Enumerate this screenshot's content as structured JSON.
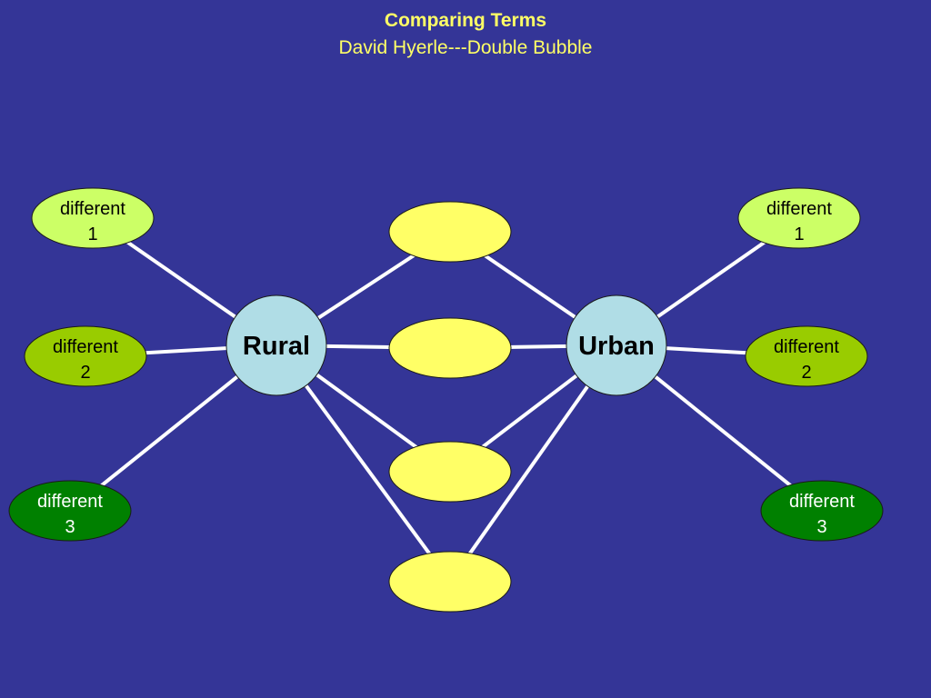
{
  "title": "Comparing Terms",
  "subtitle": "David Hyerle---Double Bubble",
  "colors": {
    "background": "#343597",
    "title": "#ffff66",
    "line": "#ffffff",
    "center": "#b0dde6",
    "shared": "#ffff66",
    "different_1": "#ccff66",
    "different_2": "#99cc00",
    "different_3": "#008000"
  },
  "left_term": {
    "label": "Rural"
  },
  "right_term": {
    "label": "Urban"
  },
  "left_differences": [
    {
      "line1": "different",
      "line2": "1",
      "level": 1
    },
    {
      "line1": "different",
      "line2": "2",
      "level": 2
    },
    {
      "line1": "different",
      "line2": "3",
      "level": 3
    }
  ],
  "right_differences": [
    {
      "line1": "different",
      "line2": "1",
      "level": 1
    },
    {
      "line1": "different",
      "line2": "2",
      "level": 2
    },
    {
      "line1": "different",
      "line2": "3",
      "level": 3
    }
  ],
  "shared": [
    {
      "label": ""
    },
    {
      "label": ""
    },
    {
      "label": ""
    },
    {
      "label": ""
    }
  ]
}
